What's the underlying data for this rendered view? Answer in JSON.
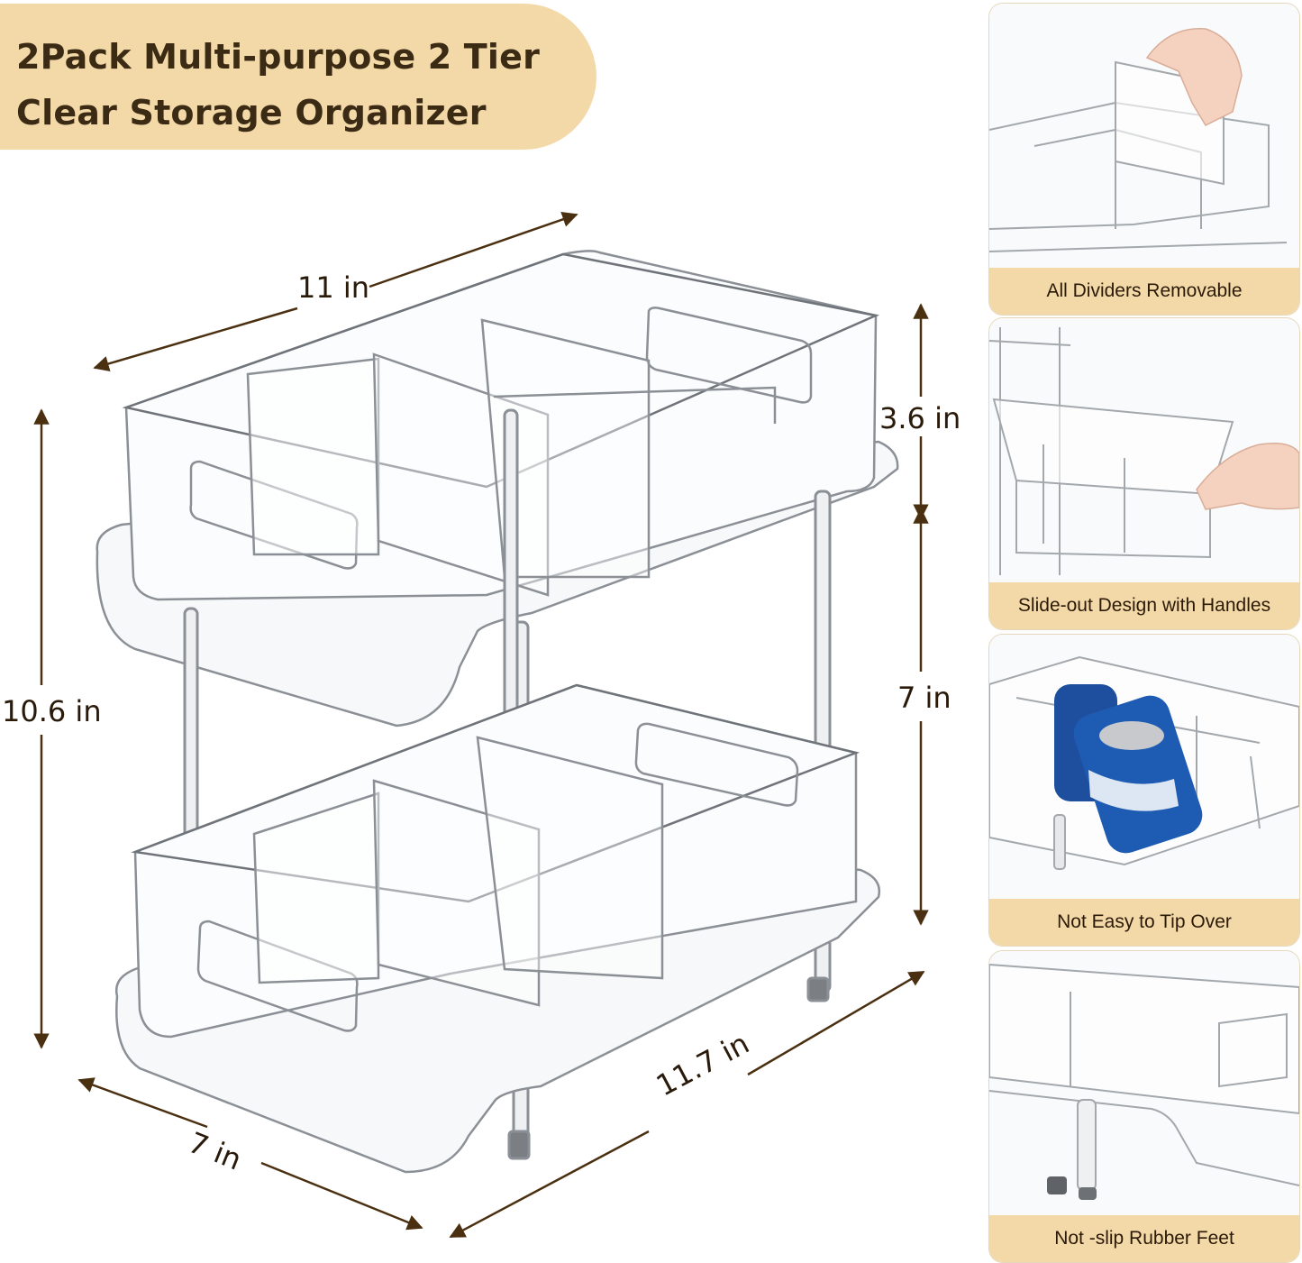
{
  "title": {
    "line1": "2Pack Multi-purpose 2 Tier",
    "line2": "Clear Storage Organizer"
  },
  "dimensions": {
    "top_width": "11 in",
    "top_height": "3.6 in",
    "total_height": "10.6 in",
    "lower_height": "7 in",
    "depth_bottom": "11.7 in",
    "width_bottom": "7 in"
  },
  "panels": [
    {
      "caption": "All Dividers Removable"
    },
    {
      "caption": "Slide-out Design with Handles"
    },
    {
      "caption": "Not Easy to Tip Over"
    },
    {
      "caption": "Not -slip Rubber Feet"
    }
  ],
  "colors": {
    "banner": "#f3d9a7",
    "text": "#3b2a14",
    "dimension_line": "#4a3010",
    "acrylic_edge": "#9aa0a6"
  }
}
